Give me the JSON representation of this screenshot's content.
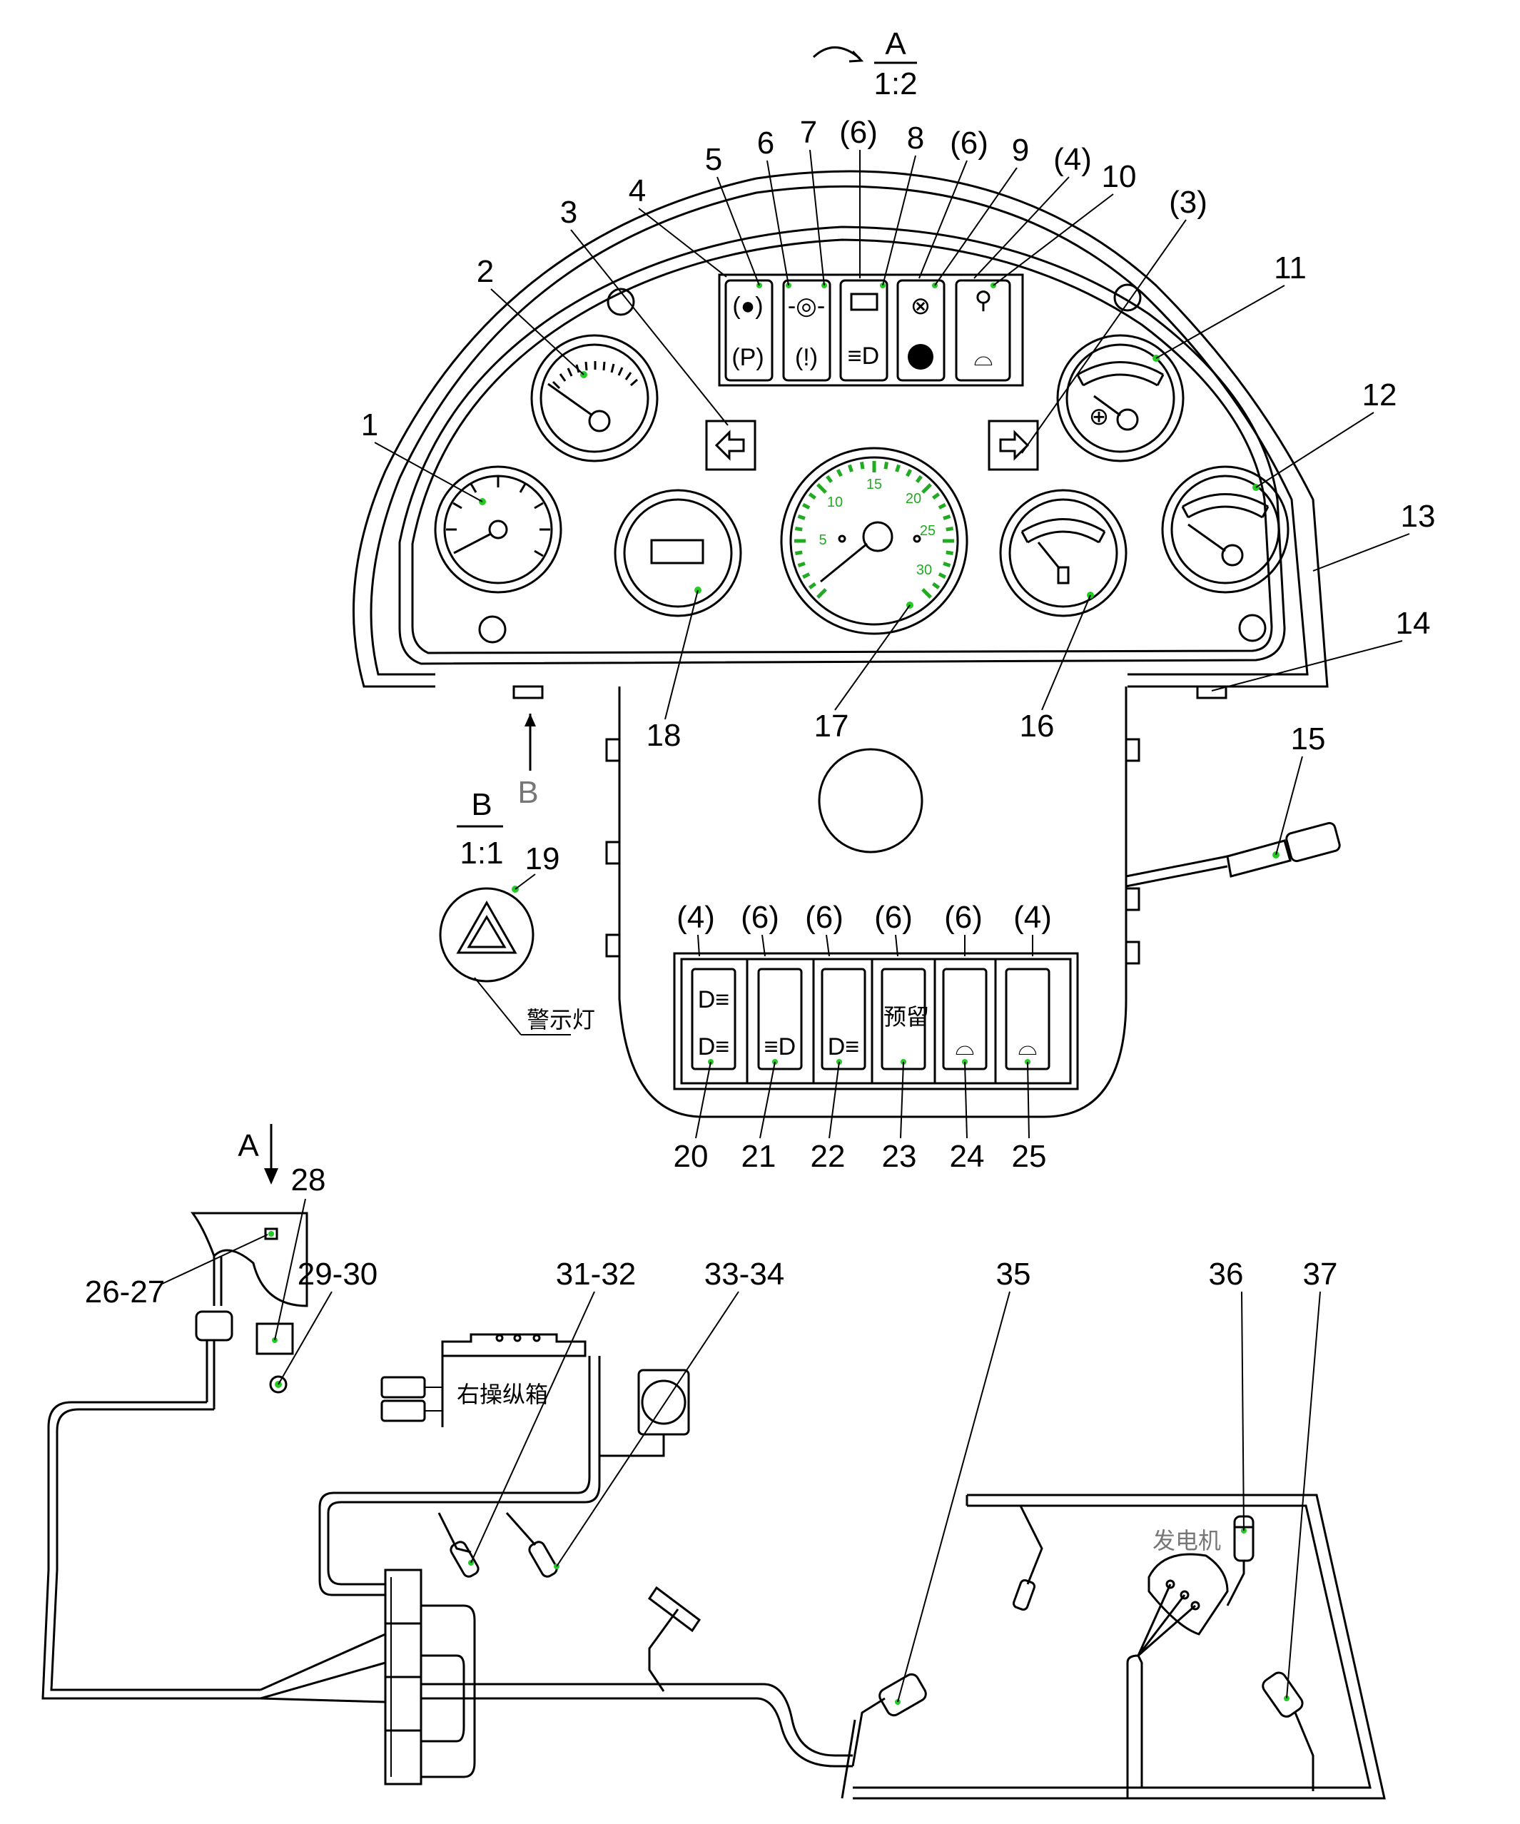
{
  "view_a": {
    "letter": "A",
    "scale": "1:2"
  },
  "view_b": {
    "letter": "B",
    "scale": "1:1",
    "arrow_letter": "B"
  },
  "section_a_arrow": "A",
  "callouts": {
    "c1": "1",
    "c2": "2",
    "c3": "3",
    "c4": "4",
    "c5": "5",
    "c6": "6",
    "c7": "7",
    "c6a": "(6)",
    "c8": "8",
    "c6b": "(6)",
    "c9": "9",
    "c4a": "(4)",
    "c10": "10",
    "c3a": "(3)",
    "c11": "11",
    "c12": "12",
    "c13": "13",
    "c14": "14",
    "c15": "15",
    "c16": "16",
    "c17": "17",
    "c18": "18",
    "c19": "19",
    "c20": "20",
    "c21": "21",
    "c22": "22",
    "c23": "23",
    "c24": "24",
    "c25": "25",
    "s4a": "(4)",
    "s6a": "(6)",
    "s6b": "(6)",
    "s6c": "(6)",
    "s6d": "(6)",
    "s4b": "(4)",
    "c26_27": "26-27",
    "c28": "28",
    "c29_30": "29-30",
    "c31_32": "31-32",
    "c33_34": "33-34",
    "c35": "35",
    "c36": "36",
    "c37": "37"
  },
  "texts": {
    "warning_light": "警示灯",
    "reserved": "预留",
    "right_control_box": "右操纵箱",
    "generator": "发电机"
  },
  "speedometer_ticks": [
    "5",
    "10",
    "15",
    "20",
    "25",
    "30"
  ],
  "colors": {
    "line": "#000000",
    "accent": "#22aa22",
    "marker": "#22cc22"
  }
}
